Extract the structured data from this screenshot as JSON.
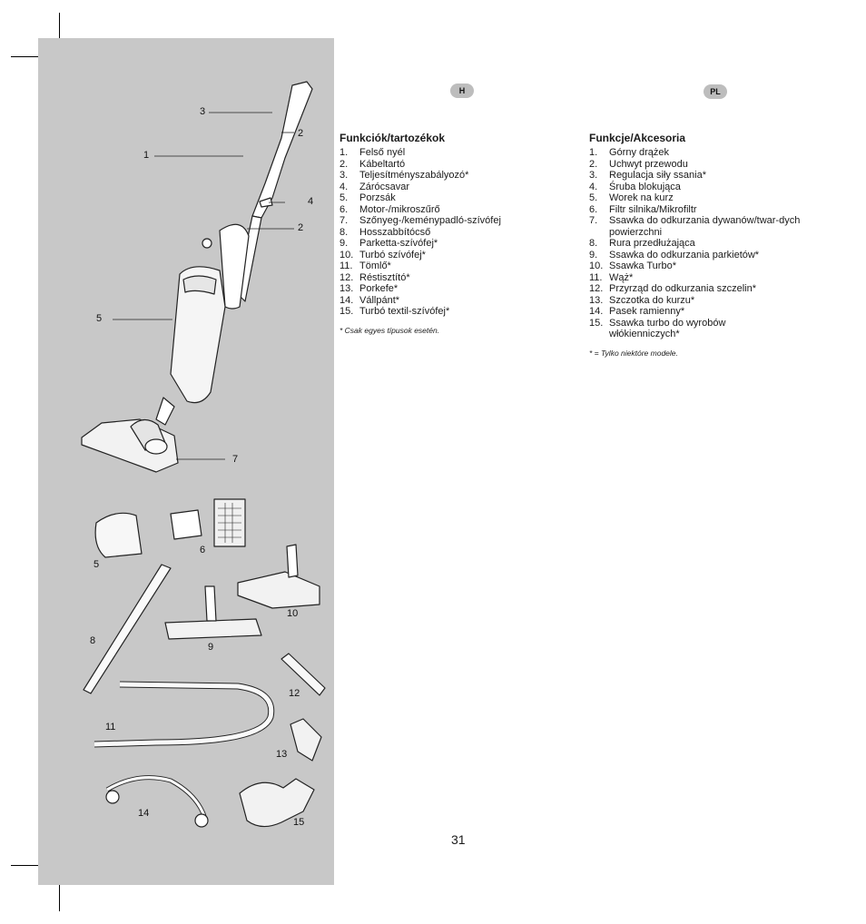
{
  "lang_badges": {
    "hungarian": "H",
    "polish": "PL"
  },
  "hungarian": {
    "heading": "Funkciók/tartozékok",
    "items": [
      {
        "num": "1.",
        "text": "Felső nyél"
      },
      {
        "num": "2.",
        "text": "Kábeltartó"
      },
      {
        "num": "3.",
        "text": "Teljesítményszabályozó*"
      },
      {
        "num": "4.",
        "text": "Zárócsavar"
      },
      {
        "num": "5.",
        "text": "Porzsák"
      },
      {
        "num": "6.",
        "text": "Motor-/mikroszűrő"
      },
      {
        "num": "7.",
        "text": "Szőnyeg-/keménypadló-szívófej"
      },
      {
        "num": "8.",
        "text": "Hosszabbítócső"
      },
      {
        "num": "9.",
        "text": "Parketta-szívófej*"
      },
      {
        "num": "10.",
        "text": "Turbó szívófej*"
      },
      {
        "num": "11.",
        "text": "Tömlő*"
      },
      {
        "num": "12.",
        "text": "Réstisztító*"
      },
      {
        "num": "13.",
        "text": "Porkefe*"
      },
      {
        "num": "14.",
        "text": "Vállpánt*"
      },
      {
        "num": "15.",
        "text": "Turbó textil-szívófej*"
      }
    ],
    "note": "* Csak egyes típusok esetén."
  },
  "polish": {
    "heading": "Funkcje/Akcesoria",
    "items": [
      {
        "num": "1.",
        "text": "Górny drążek"
      },
      {
        "num": "2.",
        "text": "Uchwyt przewodu"
      },
      {
        "num": "3.",
        "text": "Regulacja siły ssania*"
      },
      {
        "num": "4.",
        "text": "Śruba blokująca"
      },
      {
        "num": "5.",
        "text": "Worek na kurz"
      },
      {
        "num": "6.",
        "text": "Filtr silnika/Mikrofiltr"
      },
      {
        "num": "7.",
        "text": "Ssawka do odkurzania dywanów/twar-dych powierzchni"
      },
      {
        "num": "8.",
        "text": "Rura przedłużająca"
      },
      {
        "num": "9.",
        "text": "Ssawka do odkurzania parkietów*"
      },
      {
        "num": "10.",
        "text": "Ssawka Turbo*"
      },
      {
        "num": "11.",
        "text": "Wąż*"
      },
      {
        "num": "12.",
        "text": "Przyrząd do odkurzania szczelin*"
      },
      {
        "num": "13.",
        "text": "Szczotka do kurzu*"
      },
      {
        "num": "14.",
        "text": "Pasek ramienny*"
      },
      {
        "num": "15.",
        "text": "Ssawka turbo do wyrobów włókienniczych*"
      }
    ],
    "note": "* = Tylko niektóre modele."
  },
  "figure_callouts": {
    "main": [
      "3",
      "2",
      "1",
      "4",
      "2",
      "5",
      "7"
    ],
    "accessories": [
      "5",
      "6",
      "10",
      "8",
      "9",
      "12",
      "11",
      "13",
      "14",
      "15"
    ]
  },
  "page_number": "31"
}
